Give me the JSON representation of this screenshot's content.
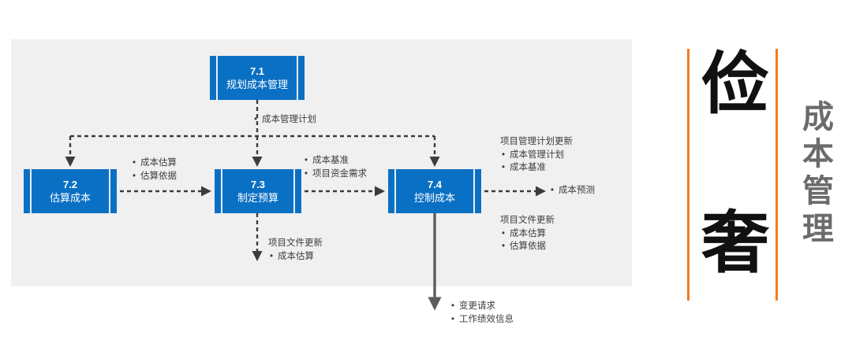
{
  "panel": {
    "background_color": "#f0f0f0"
  },
  "theme": {
    "box_fill": "#0a70c4",
    "box_text": "#ffffff",
    "accent_orange": "#f47b20",
    "arrow_dark": "#3c3c3c",
    "arrow_solid": "#595959",
    "subtitle_gray": "#6b6b6b"
  },
  "diagram": {
    "type": "process-flow",
    "boxes": [
      {
        "id": "7.1",
        "number": "7.1",
        "name": "规划成本管理"
      },
      {
        "id": "7.2",
        "number": "7.2",
        "name": "估算成本"
      },
      {
        "id": "7.3",
        "number": "7.3",
        "name": "制定预算"
      },
      {
        "id": "7.4",
        "number": "7.4",
        "name": "控制成本"
      }
    ],
    "annotations": {
      "cost_management_plan": {
        "bullets": [
          "成本管理计划"
        ]
      },
      "estimate_outputs": {
        "bullets": [
          "成本估算",
          "估算依据"
        ]
      },
      "budget_outputs": {
        "bullets": [
          "成本基准",
          "项目资金需求"
        ]
      },
      "pm_plan_updates": {
        "header": "项目管理计划更新",
        "bullets": [
          "成本管理计划",
          "成本基准"
        ]
      },
      "cost_forecast": {
        "bullets": [
          "成本预测"
        ]
      },
      "doc_updates_budget": {
        "header": "项目文件更新",
        "bullets": [
          "成本估算"
        ]
      },
      "doc_updates_control": {
        "header": "项目文件更新",
        "bullets": [
          "成本估算",
          "估算依据"
        ]
      },
      "control_outputs": {
        "bullets": [
          "变更请求",
          "工作绩效信息"
        ]
      }
    }
  },
  "side_title": {
    "big_chars": [
      "俭",
      "奢"
    ],
    "subtitle": [
      "成",
      "本",
      "管",
      "理"
    ]
  }
}
